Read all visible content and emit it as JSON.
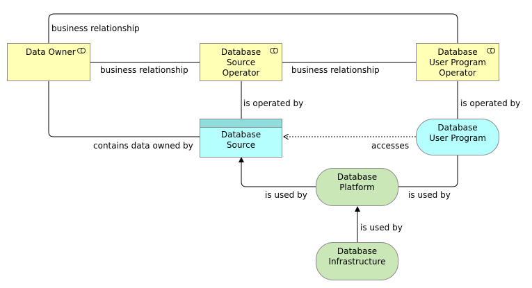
{
  "nodes": {
    "data_owner": "Data Owner",
    "db_source_operator": "Database\nSource\nOperator",
    "db_user_program_operator": "Database\nUser Program\nOperator",
    "db_source": "Database\nSource",
    "db_user_program": "Database\nUser Program",
    "db_platform": "Database\nPlatform",
    "db_infrastructure": "Database\nInfrastructure"
  },
  "relations": {
    "top_business": "business relationship",
    "owner_source_op": "business relationship",
    "source_op_user_op": "business relationship",
    "src_op_operated": "is operated by",
    "user_op_operated": "is operated by",
    "contains_data": "contains data owned by",
    "accesses": "accesses",
    "platform_used_left": "is used by",
    "platform_used_right": "is used by",
    "infra_used": "is used by"
  },
  "colors": {
    "actor_fill": "#ffffb5",
    "object_fill": "#b5ffff",
    "service_fill": "#b5ffff",
    "tech_fill": "#c9e7b7"
  }
}
